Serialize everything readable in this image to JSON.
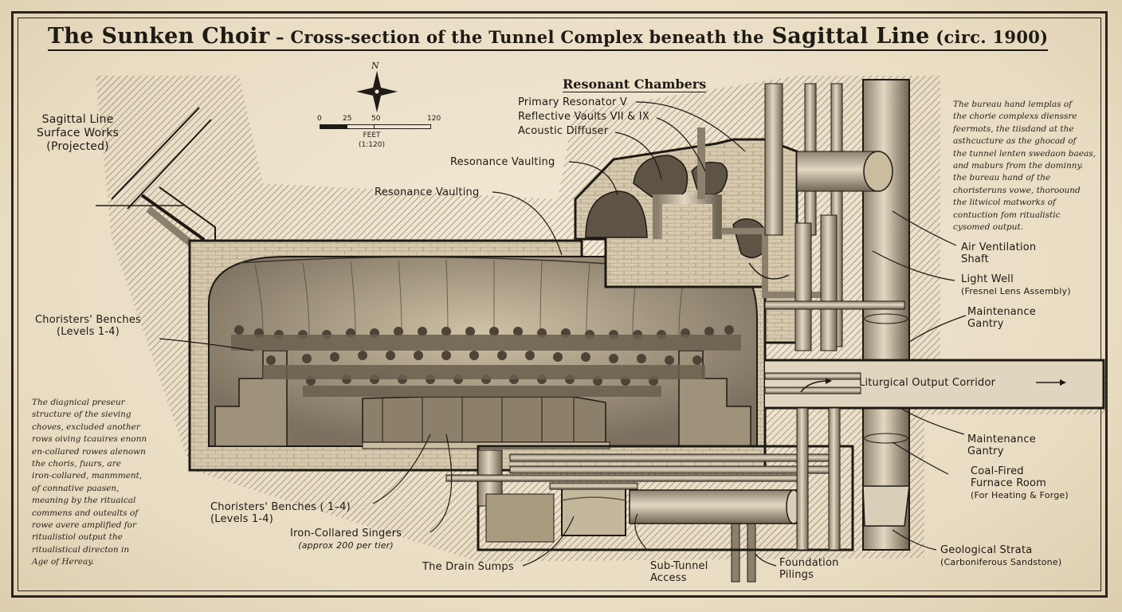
{
  "title": {
    "main_a": "The Sunken Choir",
    "dash": " – ",
    "main_b": "Cross-section of the Tunnel Complex beneath the",
    "main_c": "Sagittal Line",
    "main_d": " (circ. 1900)"
  },
  "scale_bar": {
    "ticks": [
      "0",
      "25",
      "50",
      "120"
    ],
    "unit": "FEET",
    "ratio": "(1:120)"
  },
  "compass": {
    "north": "N"
  },
  "colors": {
    "ink": "#1e1a14",
    "paper": "#efe6d2",
    "fill": "#b9ab90",
    "dark": "#5e5446"
  },
  "labels": {
    "surface": [
      "Sagittal Line",
      "Surface Works",
      "(Projected)"
    ],
    "resonant_chambers": "Resonant Chambers",
    "primary_resonator": "Primary Resonator V",
    "reflective_vaults": "Reflective Vaults VII & IX",
    "acoustic_diffuser": "Acoustic Diffuser",
    "resonance_vaulting_1": "Resonance Vaulting",
    "resonance_vaulting_2": "Resonance Vaulting",
    "choristers_benches_top": [
      "Choristers' Benches",
      "(Levels 1-4)"
    ],
    "choristers_benches_bottom": [
      "Choristers' Benches ( 1–4)",
      "(Levels 1-4)"
    ],
    "iron_collared": "Iron-Collared Singers",
    "iron_collared_sub": "(approx 200 per tier)",
    "drain_sumps": "The Drain Sumps",
    "sub_tunnel": [
      "Sub-Tunnel",
      "Access"
    ],
    "foundation": [
      "Foundation",
      "Pilings"
    ],
    "geological": "Geological Strata",
    "geological_sub": "(Carboniferous Sandstone)",
    "coal_fired": [
      "Coal-Fired",
      "Furnace Room"
    ],
    "coal_fired_sub": "(For Heating & Forge)",
    "maintenance_gantry_lower": [
      "Maintenance",
      "Gantry"
    ],
    "liturgical_corridor": "Liturgical Output Corridor",
    "maintenance_gantry_upper": [
      "Maintenance",
      "Gantry"
    ],
    "light_well": "Light Well",
    "light_well_sub": "(Fresnel Lens Assembly)",
    "air_ventilation": [
      "Air Ventilation",
      "Shaft"
    ]
  },
  "notes": {
    "right": [
      "The bureau hand lemplas of",
      "the chorie complexs dienssre",
      "feermots, the tiisdand at the",
      "asthcucture as the ghocad of",
      "the tunnel lenten swedaon baeas,",
      "and maburs from the dominny.",
      "the bureau hand of the",
      "choristeruns vowe, thoroound",
      "the litwicol matworks of",
      "contuction fom ritualistic",
      "cysomed output."
    ],
    "left": [
      "The diagnical preseur",
      "structure of the sieving",
      "choves, excluded another",
      "rows oiving tcauires enonn",
      "en-collared rowes alenown",
      "the choris, fuurs, are",
      "iron-collared, manmment,",
      "of connative paasen,",
      "meaning by the rituaical",
      "commens and outealts of",
      "rowe avere amplified for",
      "ritualistiol output the",
      "ritualistical directon in",
      "Age of Hereay."
    ]
  }
}
